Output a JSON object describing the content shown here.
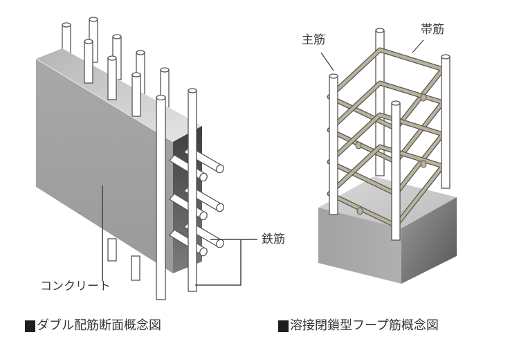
{
  "diagram": {
    "left": {
      "caption": "ダブル配筋断面概念図",
      "labels": {
        "concrete": "コンクリート",
        "rebar": "鉄筋"
      }
    },
    "right": {
      "caption": "溶接閉鎖型フープ筋概念図",
      "labels": {
        "main_bar": "主筋",
        "hoop": "帯筋"
      }
    },
    "colors": {
      "concrete_front": "#a0a0a0",
      "concrete_top": "#d4d4d4",
      "concrete_side": "#5a5a5a",
      "rebar": "#ffffff",
      "hoop": "#b9b39c",
      "caption_square": "#1e1e1e"
    }
  }
}
